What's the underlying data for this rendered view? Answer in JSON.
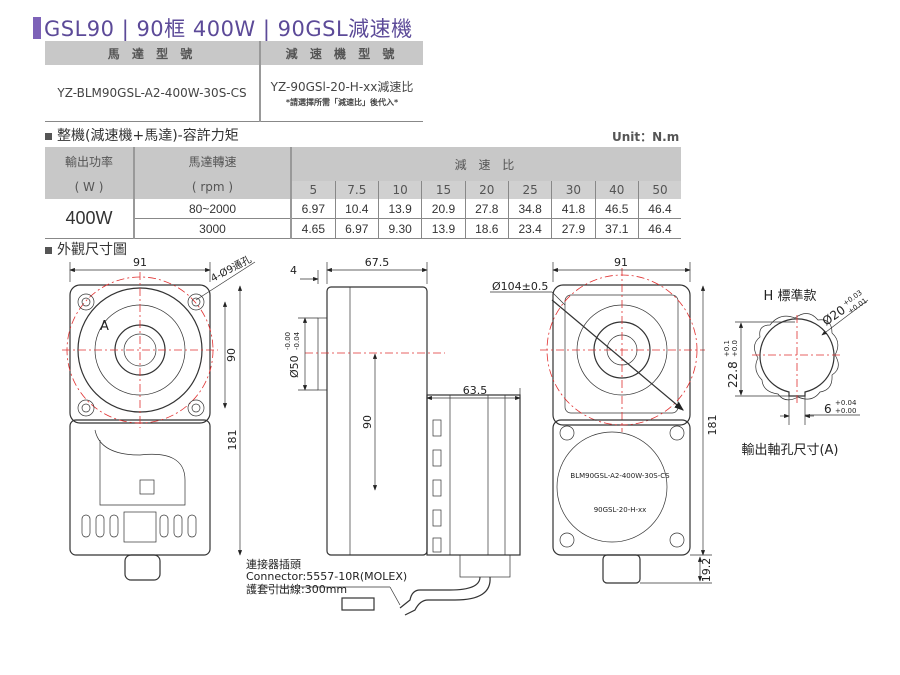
{
  "title": "GSL90 | 90框 400W | 90GSL減速機",
  "model_table": {
    "headers": [
      "馬 達 型 號",
      "減 速 機 型 號"
    ],
    "motor_model": "YZ-BLM90GSL-A2-400W-30S-CS",
    "gear_model": "YZ-90GSl-20-H-xx減速比",
    "gear_note": "*請選擇所需「減速比」後代入*"
  },
  "torque_section": {
    "title": "整機(減速機+馬達)-容許力矩",
    "unit": "Unit：N.m",
    "headers": {
      "power": "輸出功率",
      "power_unit": "( W )",
      "speed": "馬達轉速",
      "speed_unit": "( rpm )",
      "ratio": "減  速  比"
    },
    "ratios": [
      "5",
      "7.5",
      "10",
      "15",
      "20",
      "25",
      "30",
      "40",
      "50"
    ],
    "power": "400W",
    "rows": [
      {
        "speed": "80~2000",
        "values": [
          "6.97",
          "10.4",
          "13.9",
          "20.9",
          "27.8",
          "34.8",
          "41.8",
          "46.5",
          "46.4"
        ]
      },
      {
        "speed": "3000",
        "values": [
          "4.65",
          "6.97",
          "9.30",
          "13.9",
          "18.6",
          "23.4",
          "27.9",
          "37.1",
          "46.4"
        ]
      }
    ]
  },
  "drawing_section": {
    "title": "外觀尺寸圖",
    "front": {
      "width": "91",
      "holes": "4-Ø9通孔",
      "pitch": "90",
      "height": "181",
      "label_a": "A"
    },
    "side": {
      "flange": "4",
      "length": "67.5",
      "shaft_dia": "Ø50",
      "shaft_tol_upper": "-0.00",
      "shaft_tol_lower": "-0.04",
      "center_height": "90",
      "motor_length": "63.5"
    },
    "rear": {
      "width": "91",
      "pcd": "Ø104±0.5",
      "height": "181",
      "connector_height": "19.2",
      "label_motor": "BLM90GSL-A2-400W-30S-CS",
      "label_gear": "90GSL-20-H-xx"
    },
    "connector": {
      "line1": "連接器插頭",
      "line2": "Connector:5557-10R(MOLEX)",
      "line3": "護套引出線:300mm"
    },
    "shaft": {
      "title": "H 標準款",
      "dia": "Ø20",
      "dia_tol_upper": "+0.03",
      "dia_tol_lower": "+0.01",
      "key_height": "22.8",
      "key_h_upper": "+0.1",
      "key_h_lower": "+0.0",
      "key_width": "6",
      "key_w_upper": "+0.04",
      "key_w_lower": "+0.00",
      "caption": "輸出軸孔尺寸(A)"
    }
  }
}
